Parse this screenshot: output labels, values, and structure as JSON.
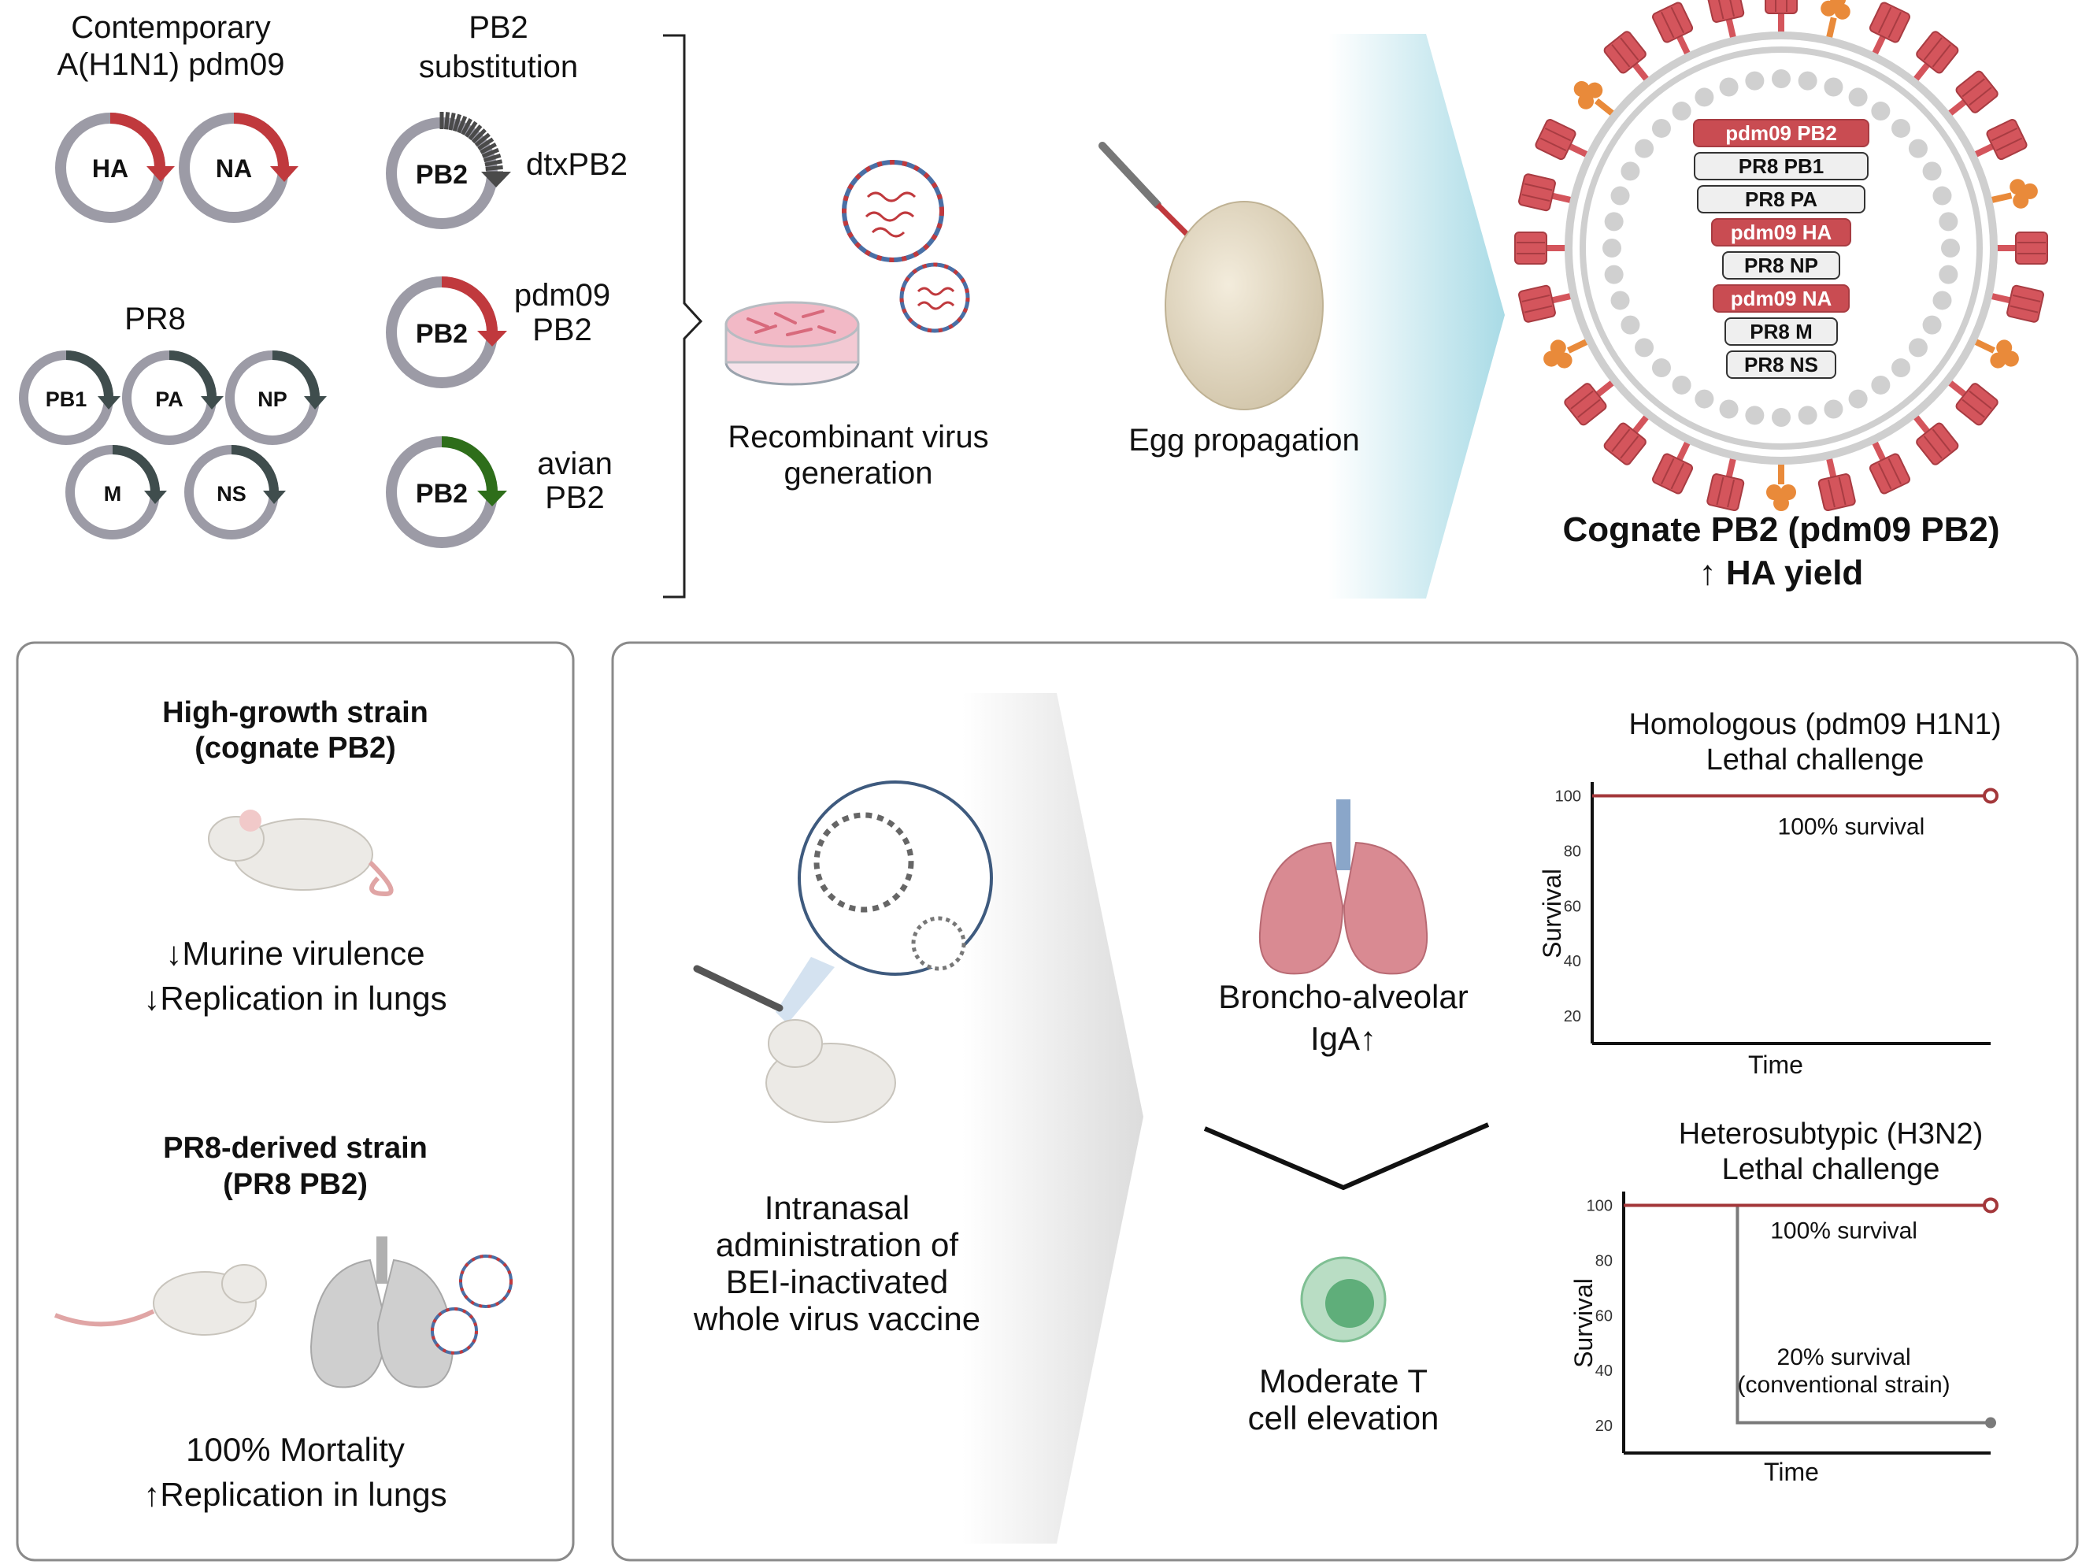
{
  "segments": {
    "contemporary_title_1": "Contemporary",
    "contemporary_title_2": "A(H1N1) pdm09",
    "ha": "HA",
    "na": "NA",
    "pr8_title": "PR8",
    "pb1": "PB1",
    "pa": "PA",
    "np": "NP",
    "m": "M",
    "ns": "NS",
    "pb2_title_1": "PB2",
    "pb2_title_2": "substitution",
    "pb2": "PB2",
    "dtx_label": "dtxPB2",
    "pdm_label_1": "pdm09",
    "pdm_label_2": "PB2",
    "avian_label_1": "avian",
    "avian_label_2": "PB2"
  },
  "process": {
    "recombinant_1": "Recombinant virus",
    "recombinant_2": "generation",
    "egg": "Egg propagation"
  },
  "virion": {
    "genes": [
      {
        "label": "pdm09 PB2",
        "highlight": true
      },
      {
        "label": "PR8 PB1",
        "highlight": false
      },
      {
        "label": "PR8 PA",
        "highlight": false
      },
      {
        "label": "pdm09 HA",
        "highlight": true
      },
      {
        "label": "PR8 NP",
        "highlight": false
      },
      {
        "label": "pdm09 NA",
        "highlight": true
      },
      {
        "label": "PR8 M",
        "highlight": false
      },
      {
        "label": "PR8 NS",
        "highlight": false
      }
    ],
    "result_1": "Cognate PB2 (pdm09 PB2)",
    "result_2": "↑ HA yield"
  },
  "left_panel": {
    "high_title_1": "High-growth strain",
    "high_title_2": "(cognate PB2)",
    "high_effect_1": "↓Murine virulence",
    "high_effect_2": "↓Replication in lungs",
    "pr8_title_1": "PR8-derived strain",
    "pr8_title_2": "(PR8 PB2)",
    "pr8_effect_1": "100% Mortality",
    "pr8_effect_2": "↑Replication in lungs"
  },
  "right_panel": {
    "admin_1": "Intranasal",
    "admin_2": "administration of",
    "admin_3": "BEI-inactivated",
    "admin_4": "whole virus vaccine",
    "iga_1": "Broncho-alveolar",
    "iga_2": "IgA↑",
    "tcell_1": "Moderate T",
    "tcell_2": "cell elevation"
  },
  "colors": {
    "red": "#c0393d",
    "dark_red": "#a3373a",
    "slate": "#3f4d4d",
    "green": "#2e6e1a",
    "ring_gray": "#9c9ba6",
    "panel_border": "#8a8a8a"
  },
  "chart_data": [
    {
      "type": "line",
      "title_1": "Homologous (pdm09 H1N1)",
      "title_2": "Lethal challenge",
      "xlabel": "Time",
      "ylabel": "Survival",
      "yticks": [
        "20",
        "40",
        "60",
        "80",
        "100"
      ],
      "ylim": [
        10,
        105
      ],
      "series": [
        {
          "color": "#a3373a",
          "x": [
            0,
            1
          ],
          "y": [
            100,
            100
          ],
          "end_marker": "open"
        }
      ],
      "annotations": [
        {
          "text": "100% survival",
          "x": 0.65,
          "y": 86
        }
      ]
    },
    {
      "type": "line",
      "title_1": "Heterosubtypic (H3N2)",
      "title_2": "Lethal challenge",
      "xlabel": "Time",
      "ylabel": "Survival",
      "yticks": [
        "20",
        "40",
        "60",
        "80",
        "100"
      ],
      "ylim": [
        10,
        105
      ],
      "series": [
        {
          "color": "#7a7a7a",
          "x": [
            0,
            0.31,
            0.31,
            1
          ],
          "y": [
            100,
            100,
            21,
            21
          ],
          "end_marker": "filled"
        },
        {
          "color": "#a3373a",
          "x": [
            0,
            1
          ],
          "y": [
            100,
            100
          ],
          "end_marker": "open"
        }
      ],
      "annotations": [
        {
          "text": "100% survival",
          "x": 0.6,
          "y": 88
        },
        {
          "text": "20% survival",
          "x": 0.6,
          "y": 42
        },
        {
          "text": "(conventional strain)",
          "x": 0.6,
          "y": 32
        }
      ]
    }
  ]
}
